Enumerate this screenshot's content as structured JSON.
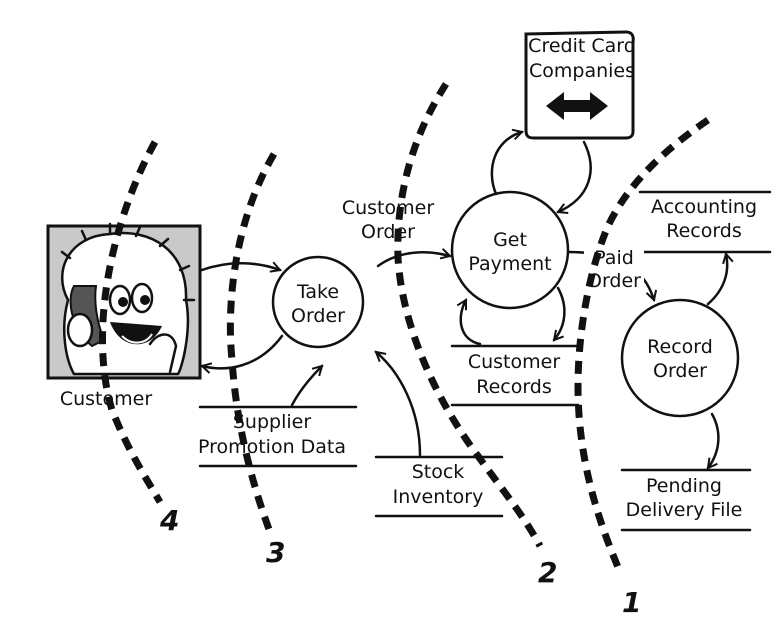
{
  "external_entities": {
    "customer": "Customer",
    "credit_card": [
      "Credit Card",
      "Companies"
    ]
  },
  "processes": {
    "take_order": [
      "Take",
      "Order"
    ],
    "get_payment": [
      "Get",
      "Payment"
    ],
    "record_order": [
      "Record",
      "Order"
    ]
  },
  "data_stores": {
    "supplier_promotion": [
      "Supplier",
      "Promotion Data"
    ],
    "stock_inventory": [
      "Stock",
      "Inventory"
    ],
    "customer_records": [
      "Customer",
      "Records"
    ],
    "accounting_records": [
      "Accounting",
      "Records"
    ],
    "pending_delivery": [
      "Pending",
      "Delivery File"
    ]
  },
  "flows": {
    "customer_order": [
      "Customer",
      "Order"
    ],
    "paid_order": [
      "Paid",
      "Order"
    ]
  },
  "boundaries": [
    "4",
    "3",
    "2",
    "1"
  ]
}
